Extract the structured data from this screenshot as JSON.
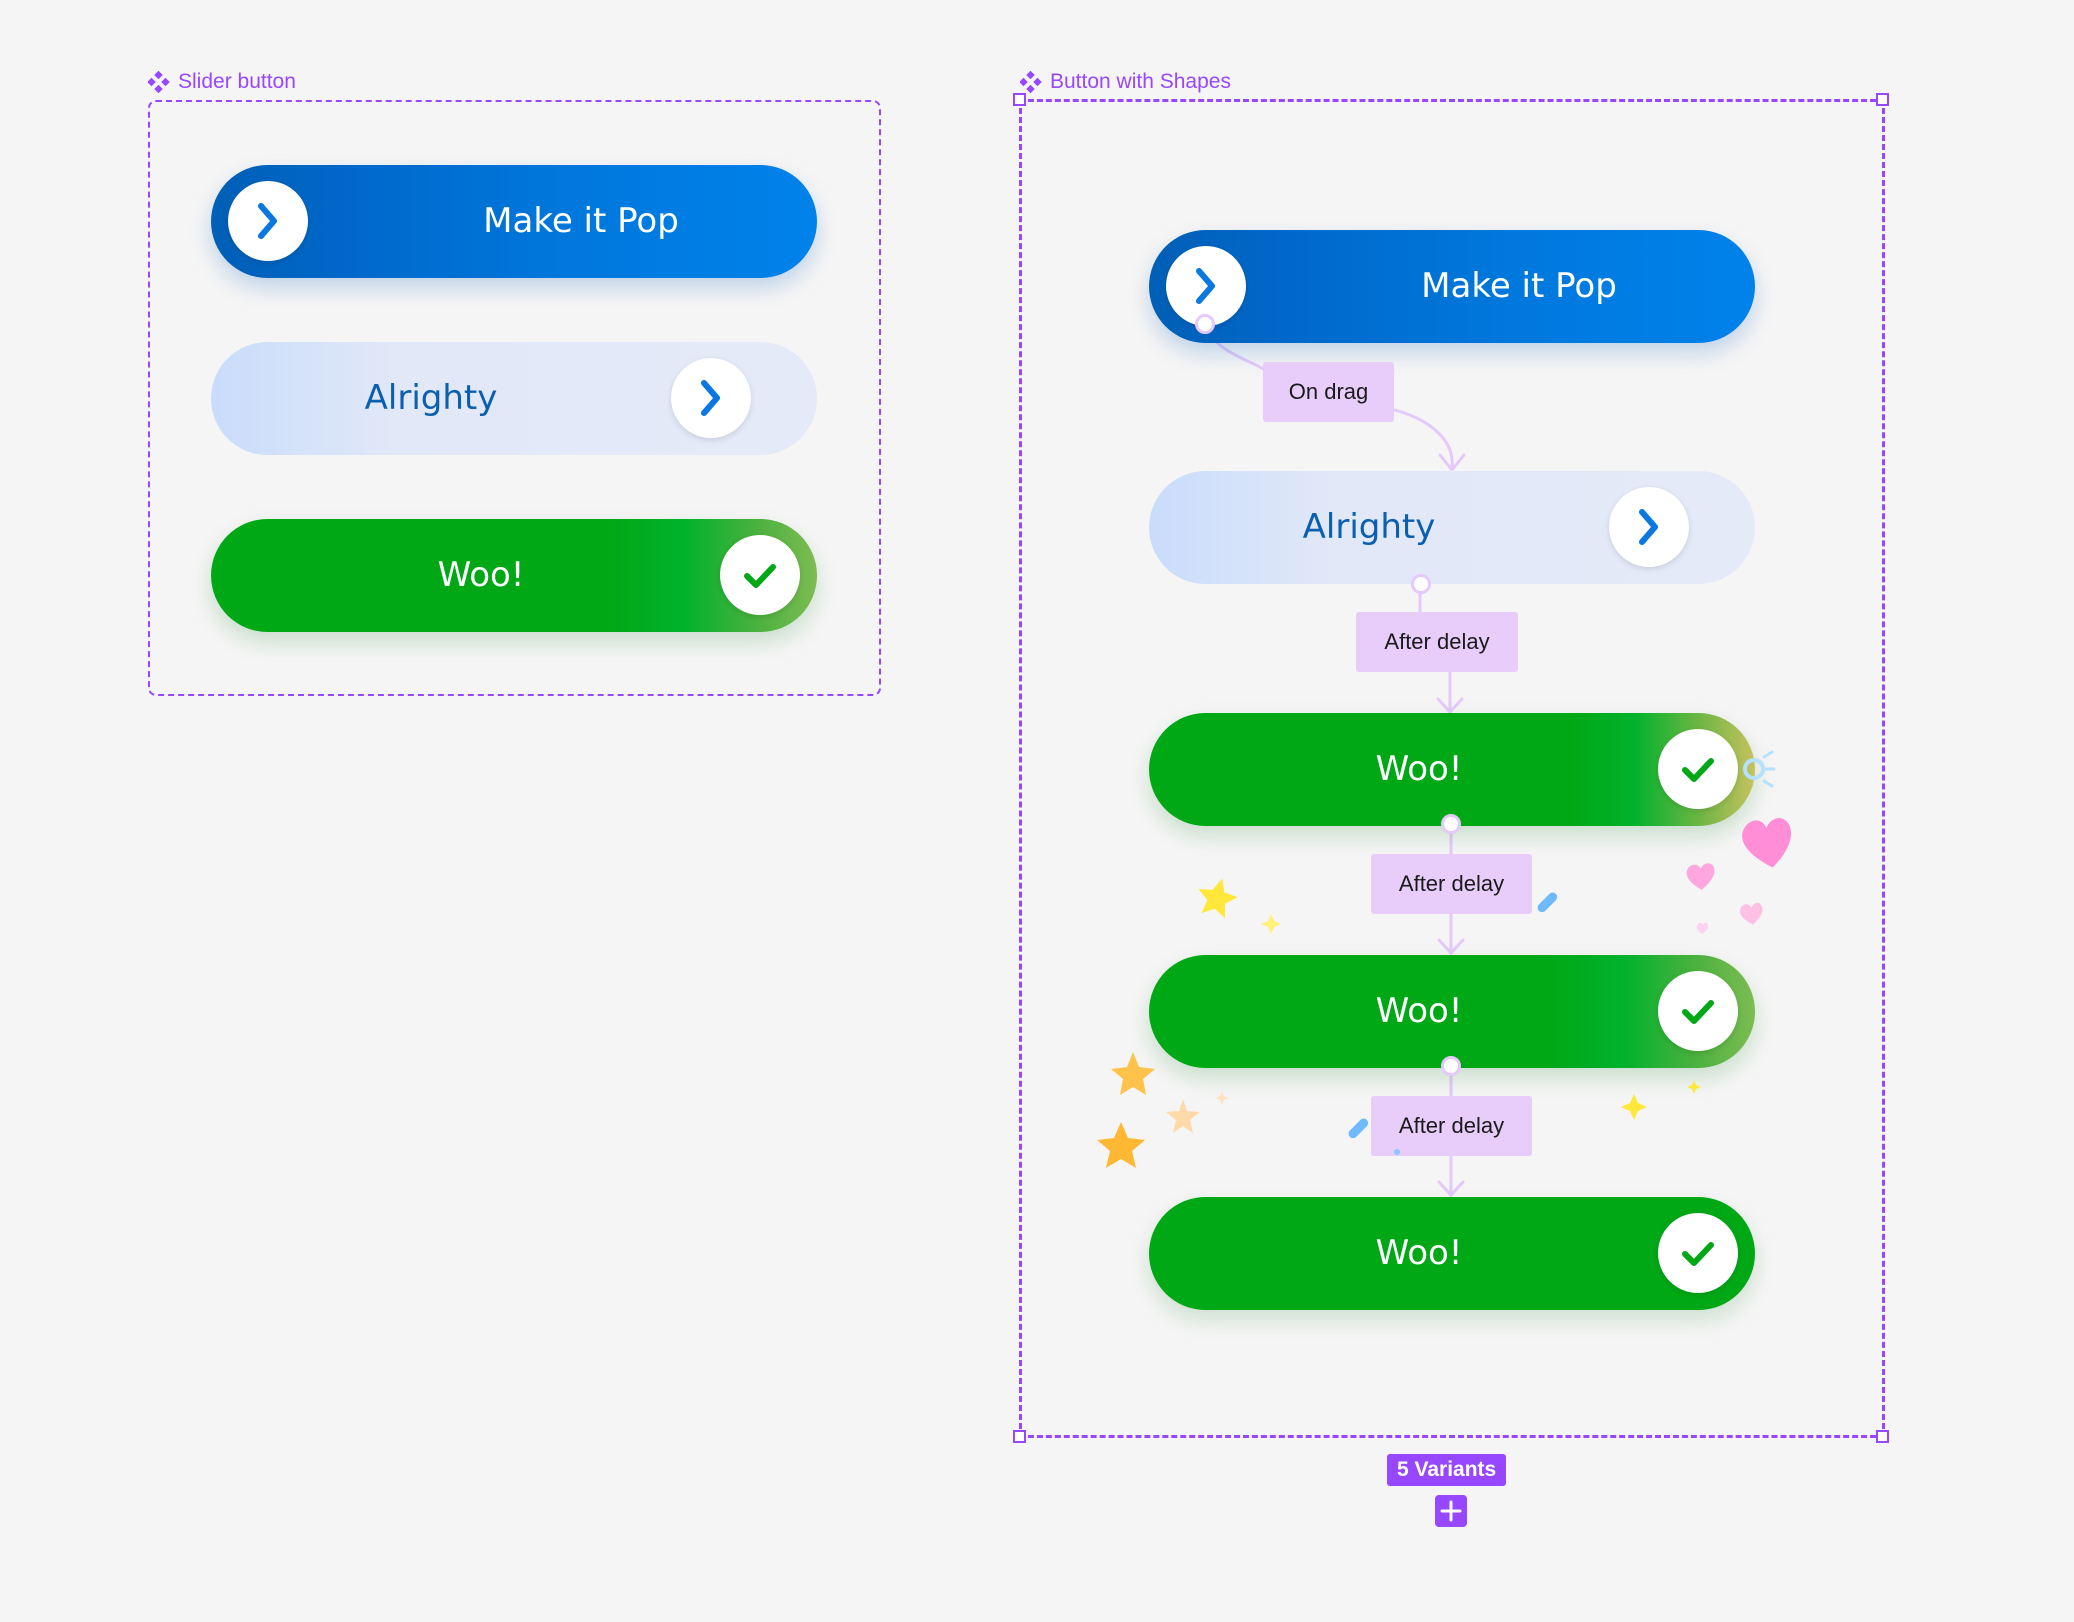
{
  "left_frame": {
    "title": "Slider button",
    "buttons": [
      {
        "label": "Make it Pop",
        "style": "blue",
        "knob_icon": "chevron-right-icon"
      },
      {
        "label": "Alrighty",
        "style": "light",
        "knob_icon": "chevron-right-icon"
      },
      {
        "label": "Woo!",
        "style": "green",
        "knob_icon": "check-icon"
      }
    ]
  },
  "right_frame": {
    "title": "Button with Shapes",
    "variants": [
      {
        "label": "Make it Pop",
        "knob_icon": "chevron-right-icon"
      },
      {
        "label": "Alrighty",
        "knob_icon": "chevron-right-icon"
      },
      {
        "label": "Woo!",
        "knob_icon": "check-icon"
      },
      {
        "label": "Woo!",
        "knob_icon": "check-icon"
      },
      {
        "label": "Woo!",
        "knob_icon": "check-icon"
      }
    ],
    "interactions": [
      "On drag",
      "After delay",
      "After delay",
      "After delay"
    ],
    "variants_badge": "5 Variants"
  },
  "colors": {
    "selection": "#9747ff",
    "blue": "#0078dd",
    "green": "#00a816",
    "light_blue_text": "#0a5fb0",
    "trigger_chip": "#e8cdfb"
  }
}
